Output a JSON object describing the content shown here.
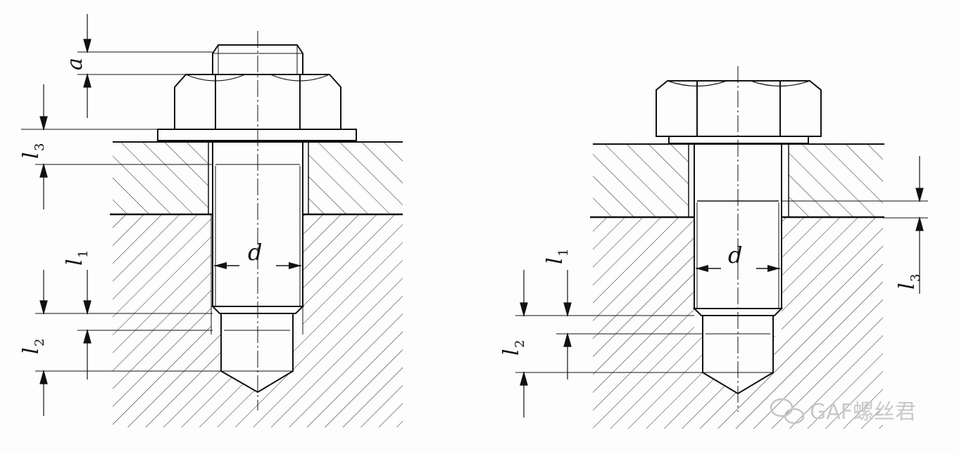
{
  "labels": {
    "a": "a",
    "d": "d",
    "l": "l",
    "sub1": "1",
    "sub2": "2",
    "sub3": "3"
  },
  "watermark": {
    "icon": "wechat-icon",
    "text": "GAF螺丝君"
  }
}
